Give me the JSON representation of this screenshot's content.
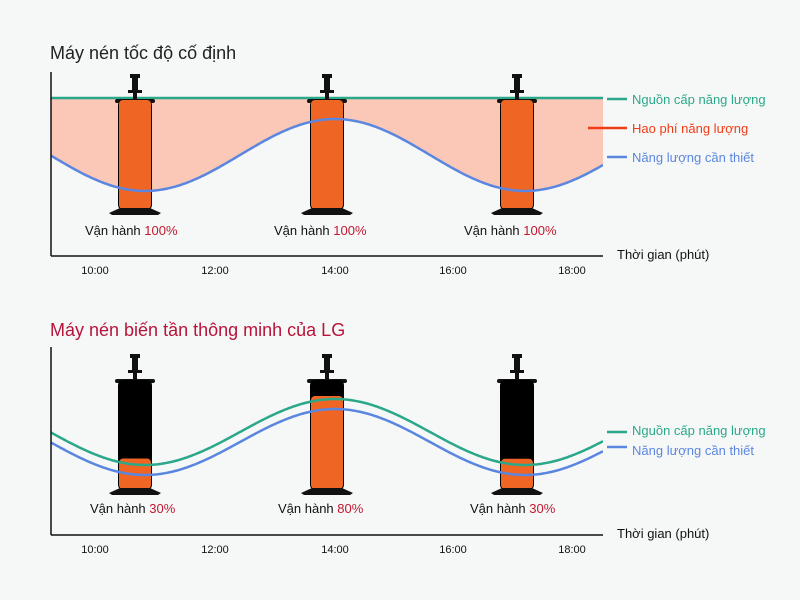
{
  "colors": {
    "supply": "#2aa889",
    "waste": "#f03c14",
    "demand": "#5b86e0",
    "waste_fill": "#fbc7b7",
    "compressor_orange": "#ee6524",
    "compressor_black": "#000000",
    "highlight_red": "#c0182f",
    "title_lg": "#b8143a"
  },
  "x_axis": {
    "label": "Thời gian (phút)",
    "ticks": [
      "10:00",
      "12:00",
      "14:00",
      "16:00",
      "18:00"
    ]
  },
  "panels": [
    {
      "title": "Máy nén tốc độ cố định",
      "legend": [
        {
          "key": "supply",
          "label": "Nguồn cấp năng lượng"
        },
        {
          "key": "waste",
          "label": "Hao phí năng lượng"
        },
        {
          "key": "demand",
          "label": "Năng lượng cần thiết"
        }
      ],
      "compressors": [
        {
          "word": "Vận hành",
          "pct": "100%",
          "load": 1.0
        },
        {
          "word": "Vận hành",
          "pct": "100%",
          "load": 1.0
        },
        {
          "word": "Vận hành",
          "pct": "100%",
          "load": 1.0
        }
      ]
    },
    {
      "title": "Máy nén biến tần thông minh của LG",
      "legend": [
        {
          "key": "supply",
          "label": "Nguồn cấp năng lượng"
        },
        {
          "key": "demand",
          "label": "Năng lượng cần thiết"
        }
      ],
      "compressors": [
        {
          "word": "Vận hành",
          "pct": "30%",
          "load": 0.3
        },
        {
          "word": "Vận hành",
          "pct": "80%",
          "load": 0.8
        },
        {
          "word": "Vận hành",
          "pct": "30%",
          "load": 0.3
        }
      ]
    }
  ]
}
